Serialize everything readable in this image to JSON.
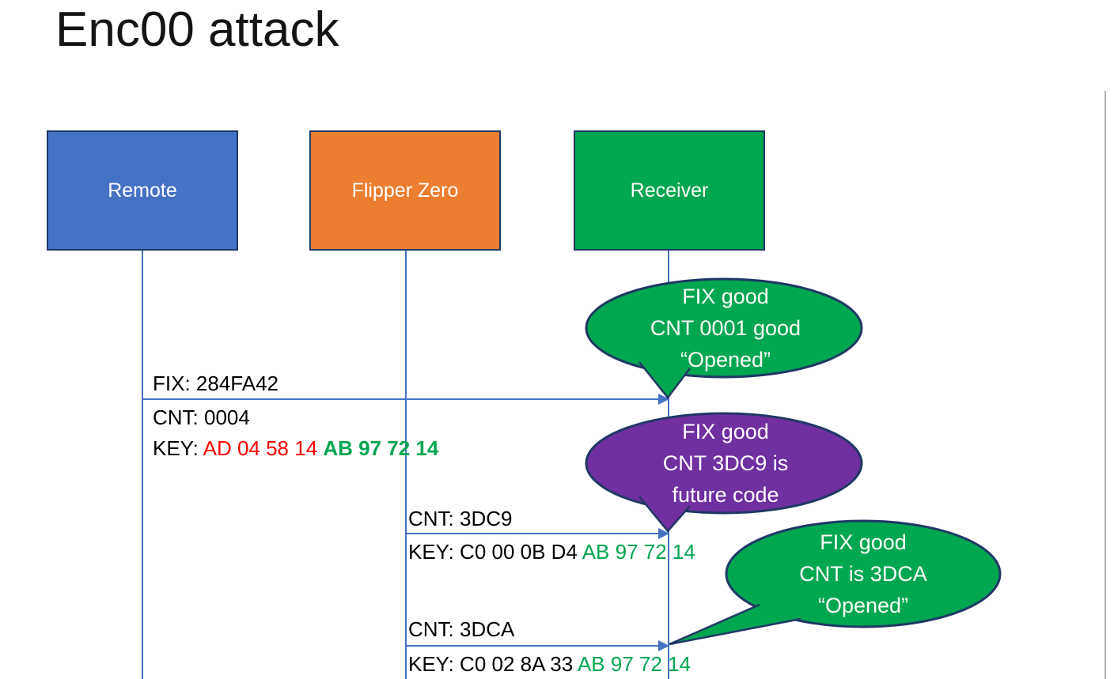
{
  "title": "Enc00 attack",
  "colors": {
    "remote_box": "#4472C4",
    "flipper_box": "#ED7D31",
    "receiver_box": "#00A650",
    "callout_green": "#00A650",
    "callout_purple": "#7030A0",
    "shape_border": "#1F3864",
    "line_blue": "#4472C4",
    "key_red": "#FF0000",
    "key_green": "#00A650"
  },
  "actors": [
    {
      "label": "Remote"
    },
    {
      "label": "Flipper Zero"
    },
    {
      "label": "Receiver"
    }
  ],
  "messages": [
    {
      "above": "FIX: 284FA42",
      "cnt_line": "CNT: 0004",
      "key_prefix": "KEY: ",
      "key_red": "AD 04 58 14 ",
      "key_green": "AB 97 72 14"
    },
    {
      "above": "CNT: 3DC9",
      "key_prefix": "KEY: C0 00 0B D4 ",
      "key_green": "AB 97 72 14"
    },
    {
      "above": "CNT: 3DCA",
      "key_prefix": "KEY: C0 02 8A 33 ",
      "key_green": "AB 97 72 14"
    }
  ],
  "callouts": [
    {
      "line1": "FIX good",
      "line2": "CNT 0001 good",
      "line3": "“Opened”",
      "color": "#00A650"
    },
    {
      "line1": "FIX good",
      "line2": "CNT 3DC9 is",
      "line3": "future code",
      "color": "#7030A0"
    },
    {
      "line1": "FIX good",
      "line2": "CNT is 3DCA",
      "line3": "“Opened”",
      "color": "#00A650"
    }
  ]
}
